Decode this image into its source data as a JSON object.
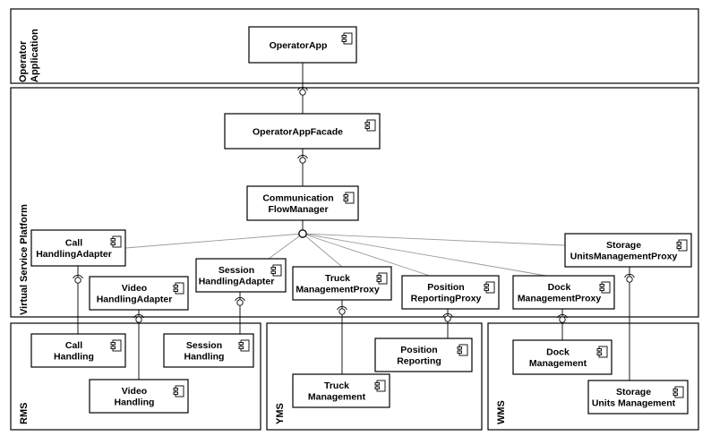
{
  "lanes": {
    "operator_application": {
      "label_line1": "Operator",
      "label_line2": "Application"
    },
    "virtual_service_platform": {
      "label": "Virtual Service Platform"
    },
    "rms": {
      "label": "RMS"
    },
    "yms": {
      "label": "YMS"
    },
    "wms": {
      "label": "WMS"
    }
  },
  "components": {
    "operator_app": {
      "lines": [
        "OperatorApp"
      ]
    },
    "operator_app_facade": {
      "lines": [
        "OperatorAppFacade"
      ]
    },
    "communication_flow_manager": {
      "lines": [
        "Communication",
        "FlowManager"
      ]
    },
    "call_handling_adapter": {
      "lines": [
        "Call",
        "HandlingAdapter"
      ]
    },
    "video_handling_adapter": {
      "lines": [
        "Video",
        "HandlingAdapter"
      ]
    },
    "session_handling_adapter": {
      "lines": [
        "Session",
        "HandlingAdapter"
      ]
    },
    "truck_management_proxy": {
      "lines": [
        "Truck",
        "ManagementProxy"
      ]
    },
    "position_reporting_proxy": {
      "lines": [
        "Position",
        "ReportingProxy"
      ]
    },
    "dock_management_proxy": {
      "lines": [
        "Dock",
        "ManagementProxy"
      ]
    },
    "storage_units_management_proxy": {
      "lines": [
        "Storage",
        "UnitsManagementProxy"
      ]
    },
    "call_handling": {
      "lines": [
        "Call",
        "Handling"
      ]
    },
    "video_handling": {
      "lines": [
        "Video",
        "Handling"
      ]
    },
    "session_handling": {
      "lines": [
        "Session",
        "Handling"
      ]
    },
    "position_reporting": {
      "lines": [
        "Position",
        "Reporting"
      ]
    },
    "truck_management": {
      "lines": [
        "Truck",
        "Management"
      ]
    },
    "dock_management": {
      "lines": [
        "Dock",
        "Management"
      ]
    },
    "storage_units_management": {
      "lines": [
        "Storage",
        "Units Management"
      ]
    }
  },
  "icons": {
    "component": "uml-component-icon",
    "interface": "lollipop-socket-icon"
  }
}
